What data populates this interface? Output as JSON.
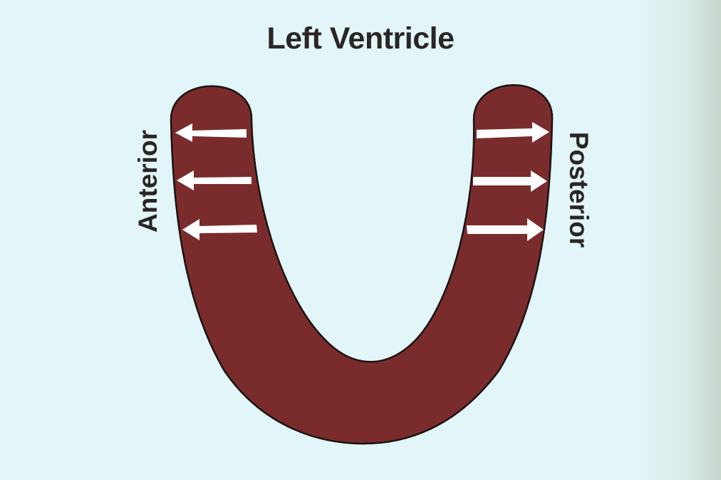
{
  "title": "Left Ventricle",
  "labels": {
    "anterior": "Anterior",
    "posterior": "Posterior"
  },
  "colors": {
    "background": "#e2f5f8",
    "myocardium": "#7a2c2c",
    "outline": "#1b1312",
    "arrow": "#ffffff",
    "text": "#2a2625"
  },
  "arrows": {
    "anterior_direction": "left",
    "anterior_count": 3,
    "posterior_direction": "right",
    "posterior_count": 3
  }
}
